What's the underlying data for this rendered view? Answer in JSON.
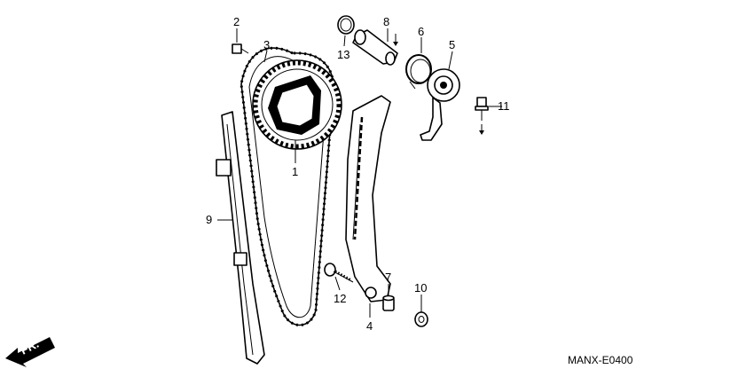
{
  "diagram": {
    "code": "MANX-E0400",
    "direction_label": "FR.",
    "callouts": [
      "1",
      "2",
      "3",
      "4",
      "5",
      "6",
      "7",
      "8",
      "9",
      "10",
      "11",
      "12",
      "13"
    ]
  },
  "colors": {
    "line": "#000000",
    "background": "#ffffff"
  },
  "icons": {
    "direction": "front-arrow-icon"
  }
}
